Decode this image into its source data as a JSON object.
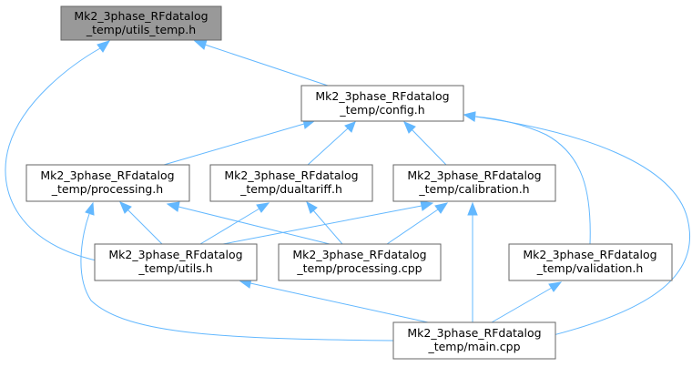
{
  "colors": {
    "edge": "#63b8ff",
    "node_border": "#666666",
    "node_fill": "#ffffff",
    "current_node_fill": "#999999",
    "text": "#000000"
  },
  "nodes": {
    "utils_temp_h": {
      "line1": "Mk2_3phase_RFdatalog",
      "line2": "_temp/utils_temp.h"
    },
    "config_h": {
      "line1": "Mk2_3phase_RFdatalog",
      "line2": "_temp/config.h"
    },
    "processing_h": {
      "line1": "Mk2_3phase_RFdatalog",
      "line2": "_temp/processing.h"
    },
    "dualtariff_h": {
      "line1": "Mk2_3phase_RFdatalog",
      "line2": "_temp/dualtariff.h"
    },
    "calibration_h": {
      "line1": "Mk2_3phase_RFdatalog",
      "line2": "_temp/calibration.h"
    },
    "utils_h": {
      "line1": "Mk2_3phase_RFdatalog",
      "line2": "_temp/utils.h"
    },
    "processing_cpp": {
      "line1": "Mk2_3phase_RFdatalog",
      "line2": "_temp/processing.cpp"
    },
    "validation_h": {
      "line1": "Mk2_3phase_RFdatalog",
      "line2": "_temp/validation.h"
    },
    "main_cpp": {
      "line1": "Mk2_3phase_RFdatalog",
      "line2": "_temp/main.cpp"
    }
  }
}
